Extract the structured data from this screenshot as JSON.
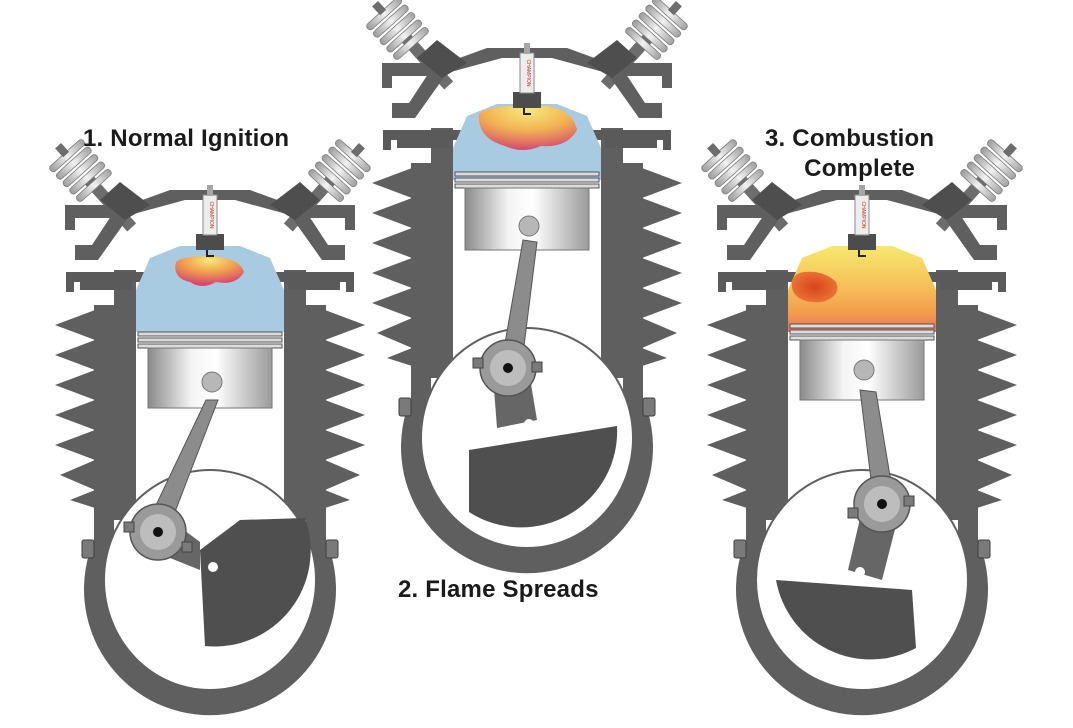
{
  "captions": {
    "stage1": "1.  Normal Ignition",
    "stage2": "2.  Flame Spreads",
    "stage3_line1": "3.  Combustion",
    "stage3_line2": "Complete"
  },
  "plug_label": "CHAMPION",
  "colors": {
    "metal_dark": "#5d5d5d",
    "metal_mid": "#7a7a7a",
    "unburned_mixture": "#a9cbe2",
    "flame_yellow": "#f3e36a",
    "flame_orange": "#f2a14a",
    "flame_red": "#d9476a",
    "hot_spot": "#e0542a",
    "plug_text": "#c0392b"
  }
}
